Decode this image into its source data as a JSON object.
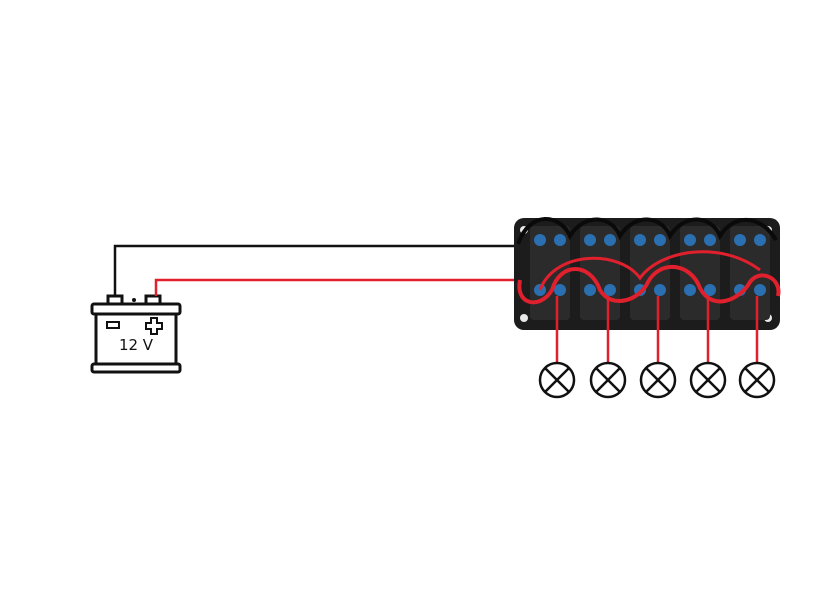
{
  "battery": {
    "voltage_label": "12 V",
    "negative_symbol": "−",
    "positive_symbol": "+"
  },
  "switch_panel": {
    "switch_count": 5
  },
  "lamps": {
    "count": 5,
    "icon": "lamp-icon"
  },
  "colors": {
    "negative_wire": "#111111",
    "positive_wire": "#e0202c",
    "panel": "#1c1c1c",
    "switch_accent": "#2a6fb0",
    "outline": "#111111"
  }
}
